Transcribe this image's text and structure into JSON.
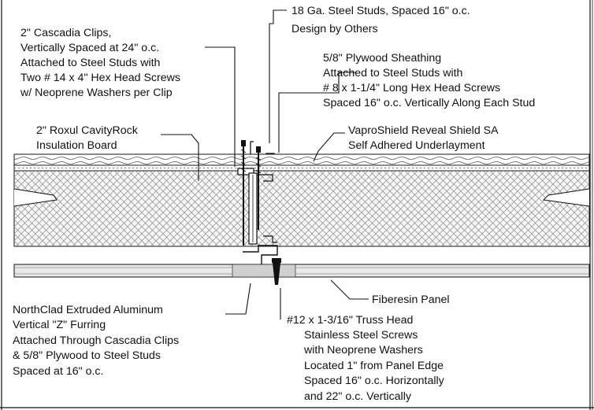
{
  "callouts": {
    "steel_studs": [
      "18 Ga. Steel Studs, Spaced 16\" o.c.",
      "Design by Others"
    ],
    "cascadia_clips": [
      "2\" Cascadia Clips,",
      "Vertically Spaced at 24\" o.c.",
      "Attached to Steel Studs with",
      "Two # 14 x 4\" Hex Head Screws",
      "w/ Neoprene Washers per Clip"
    ],
    "plywood": [
      "5/8\" Plywood Sheathing",
      "Attached to Steel Studs with",
      "# 8 x 1-1/4\" Long Hex Head Screws",
      "Spaced 16\" o.c. Vertically Along Each Stud"
    ],
    "insulation": [
      "2\" Roxul CavityRock",
      "Insulation Board"
    ],
    "underlayment": [
      "VaproShield Reveal Shield SA",
      "Self Adhered Underlayment"
    ],
    "fiberesin": [
      "Fiberesin Panel"
    ],
    "furring": [
      "NorthClad Extruded Aluminum",
      "Vertical \"Z\" Furring",
      "Attached Through Cascadia Clips",
      "& 5/8\" Plywood to Steel Studs",
      "Spaced at 16\" o.c."
    ],
    "truss_screws": [
      "#12 x 1-3/16\" Truss Head",
      "Stainless Steel Screws",
      "with Neoprene Washers",
      "Located 1\" from Panel Edge",
      "Spaced 16\" o.c. Horizontally",
      "and 22\" o.c. Vertically"
    ]
  },
  "colors": {
    "line": "#111111",
    "insulation_fill": "#f7f7f7",
    "panel_fill": "#e9e9e9"
  }
}
